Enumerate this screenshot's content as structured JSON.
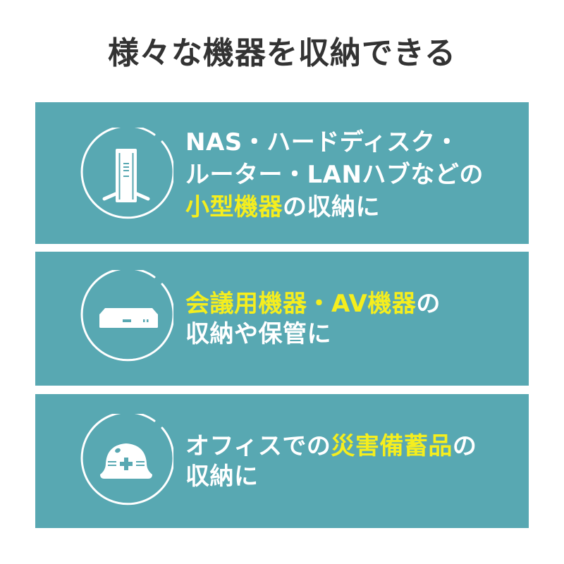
{
  "title": "様々な機器を収納できる",
  "colors": {
    "panel_bg": "#58a8b2",
    "highlight": "#f5ee1e",
    "text": "#ffffff",
    "title": "#333333"
  },
  "panels": [
    {
      "icon": "nas-tower-icon",
      "lines": [
        [
          {
            "text": "NAS・ハードディスク・",
            "highlight": false
          }
        ],
        [
          {
            "text": "ルーター・LANハブなどの",
            "highlight": false
          }
        ],
        [
          {
            "text": "小型機器",
            "highlight": true
          },
          {
            "text": "の収納に",
            "highlight": false
          }
        ]
      ]
    },
    {
      "icon": "av-device-icon",
      "lines": [
        [
          {
            "text": "会議用機器・AV機器",
            "highlight": true
          },
          {
            "text": "の",
            "highlight": false
          }
        ],
        [
          {
            "text": "収納や保管に",
            "highlight": false
          }
        ]
      ]
    },
    {
      "icon": "safety-helmet-icon",
      "lines": [
        [
          {
            "text": "オフィスでの",
            "highlight": false
          },
          {
            "text": "災害備蓄品",
            "highlight": true
          },
          {
            "text": "の",
            "highlight": false
          }
        ],
        [
          {
            "text": "収納に",
            "highlight": false
          }
        ]
      ]
    }
  ]
}
